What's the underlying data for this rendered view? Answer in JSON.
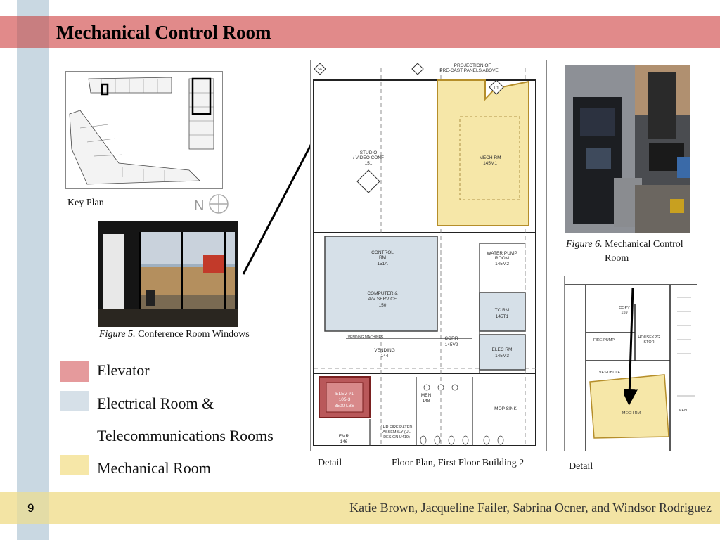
{
  "slide": {
    "title": "Mechanical Control Room",
    "page_number": "9",
    "authors": "Katie Brown, Jacqueline Failer, Sabrina Ocner, and Windsor Rodriguez"
  },
  "key_plan": {
    "caption": "Key Plan",
    "north_label": "N"
  },
  "figure5": {
    "label": "Figure 5.",
    "text": "Conference Room Windows"
  },
  "figure6": {
    "label": "Figure 6.",
    "text_line1": "Mechanical Control",
    "text_line2": "Room"
  },
  "legend": [
    {
      "label": "Elevator",
      "color": "#e59a9c"
    },
    {
      "label": "Electrical Room &",
      "color": "#d6e0e8"
    },
    {
      "label": "Telecommunications Rooms",
      "color": ""
    },
    {
      "label": "Mechanical Room",
      "color": "#f6e7a8"
    }
  ],
  "captions": {
    "detail_left": "Detail",
    "floor_plan": "Floor Plan, First Floor Building 2",
    "detail_right": "Detail"
  },
  "floor_plan_labels": {
    "studio": "STUDIO",
    "studio2": "/ VIDEO CONF",
    "studio_num": "151",
    "mech": "MECH RM",
    "mech_num": "145M1",
    "control": "CONTROL",
    "control2": "RM",
    "control_num": "151A",
    "computer": "COMPUTER &",
    "computer2": "A/V SERVICE",
    "computer_num": "150",
    "water": "WATER PUMP",
    "water2": "ROOM",
    "water_num": "145M2",
    "tc": "TC RM",
    "tc_num": "145T1",
    "elec": "ELEC RM",
    "elec_num": "145M3",
    "corr": "CORR",
    "corr_num": "145V2",
    "vending": "VENDING",
    "vending_num": "144",
    "vending_machines": "VENDING MACHINES",
    "elev": "ELEV #1",
    "elev_num": "105-3",
    "elev_cap": "3500 LBS",
    "men": "MEN",
    "men_num": "148",
    "emr": "EMR",
    "emr_num": "146",
    "fire_rated": "1HR FIRE RATED",
    "fire_rated2": "ASSEMBLY (UL",
    "fire_rated3": "DESIGN U419)",
    "mop": "MOP SINK",
    "projection": "PROJECTION OF",
    "projection2": "PRE-CAST PANELS ABOVE",
    "l1": "L1",
    "s6": "S6"
  },
  "detail_labels": {
    "copy": "COPY",
    "copy_num": "159",
    "fire_pump": "FIRE PUMP",
    "housekpg": "HOUSEKPG",
    "housekpg2": "STOR",
    "vestibule": "VESTIBULE",
    "mech": "MECH RM",
    "men": "MEN"
  }
}
